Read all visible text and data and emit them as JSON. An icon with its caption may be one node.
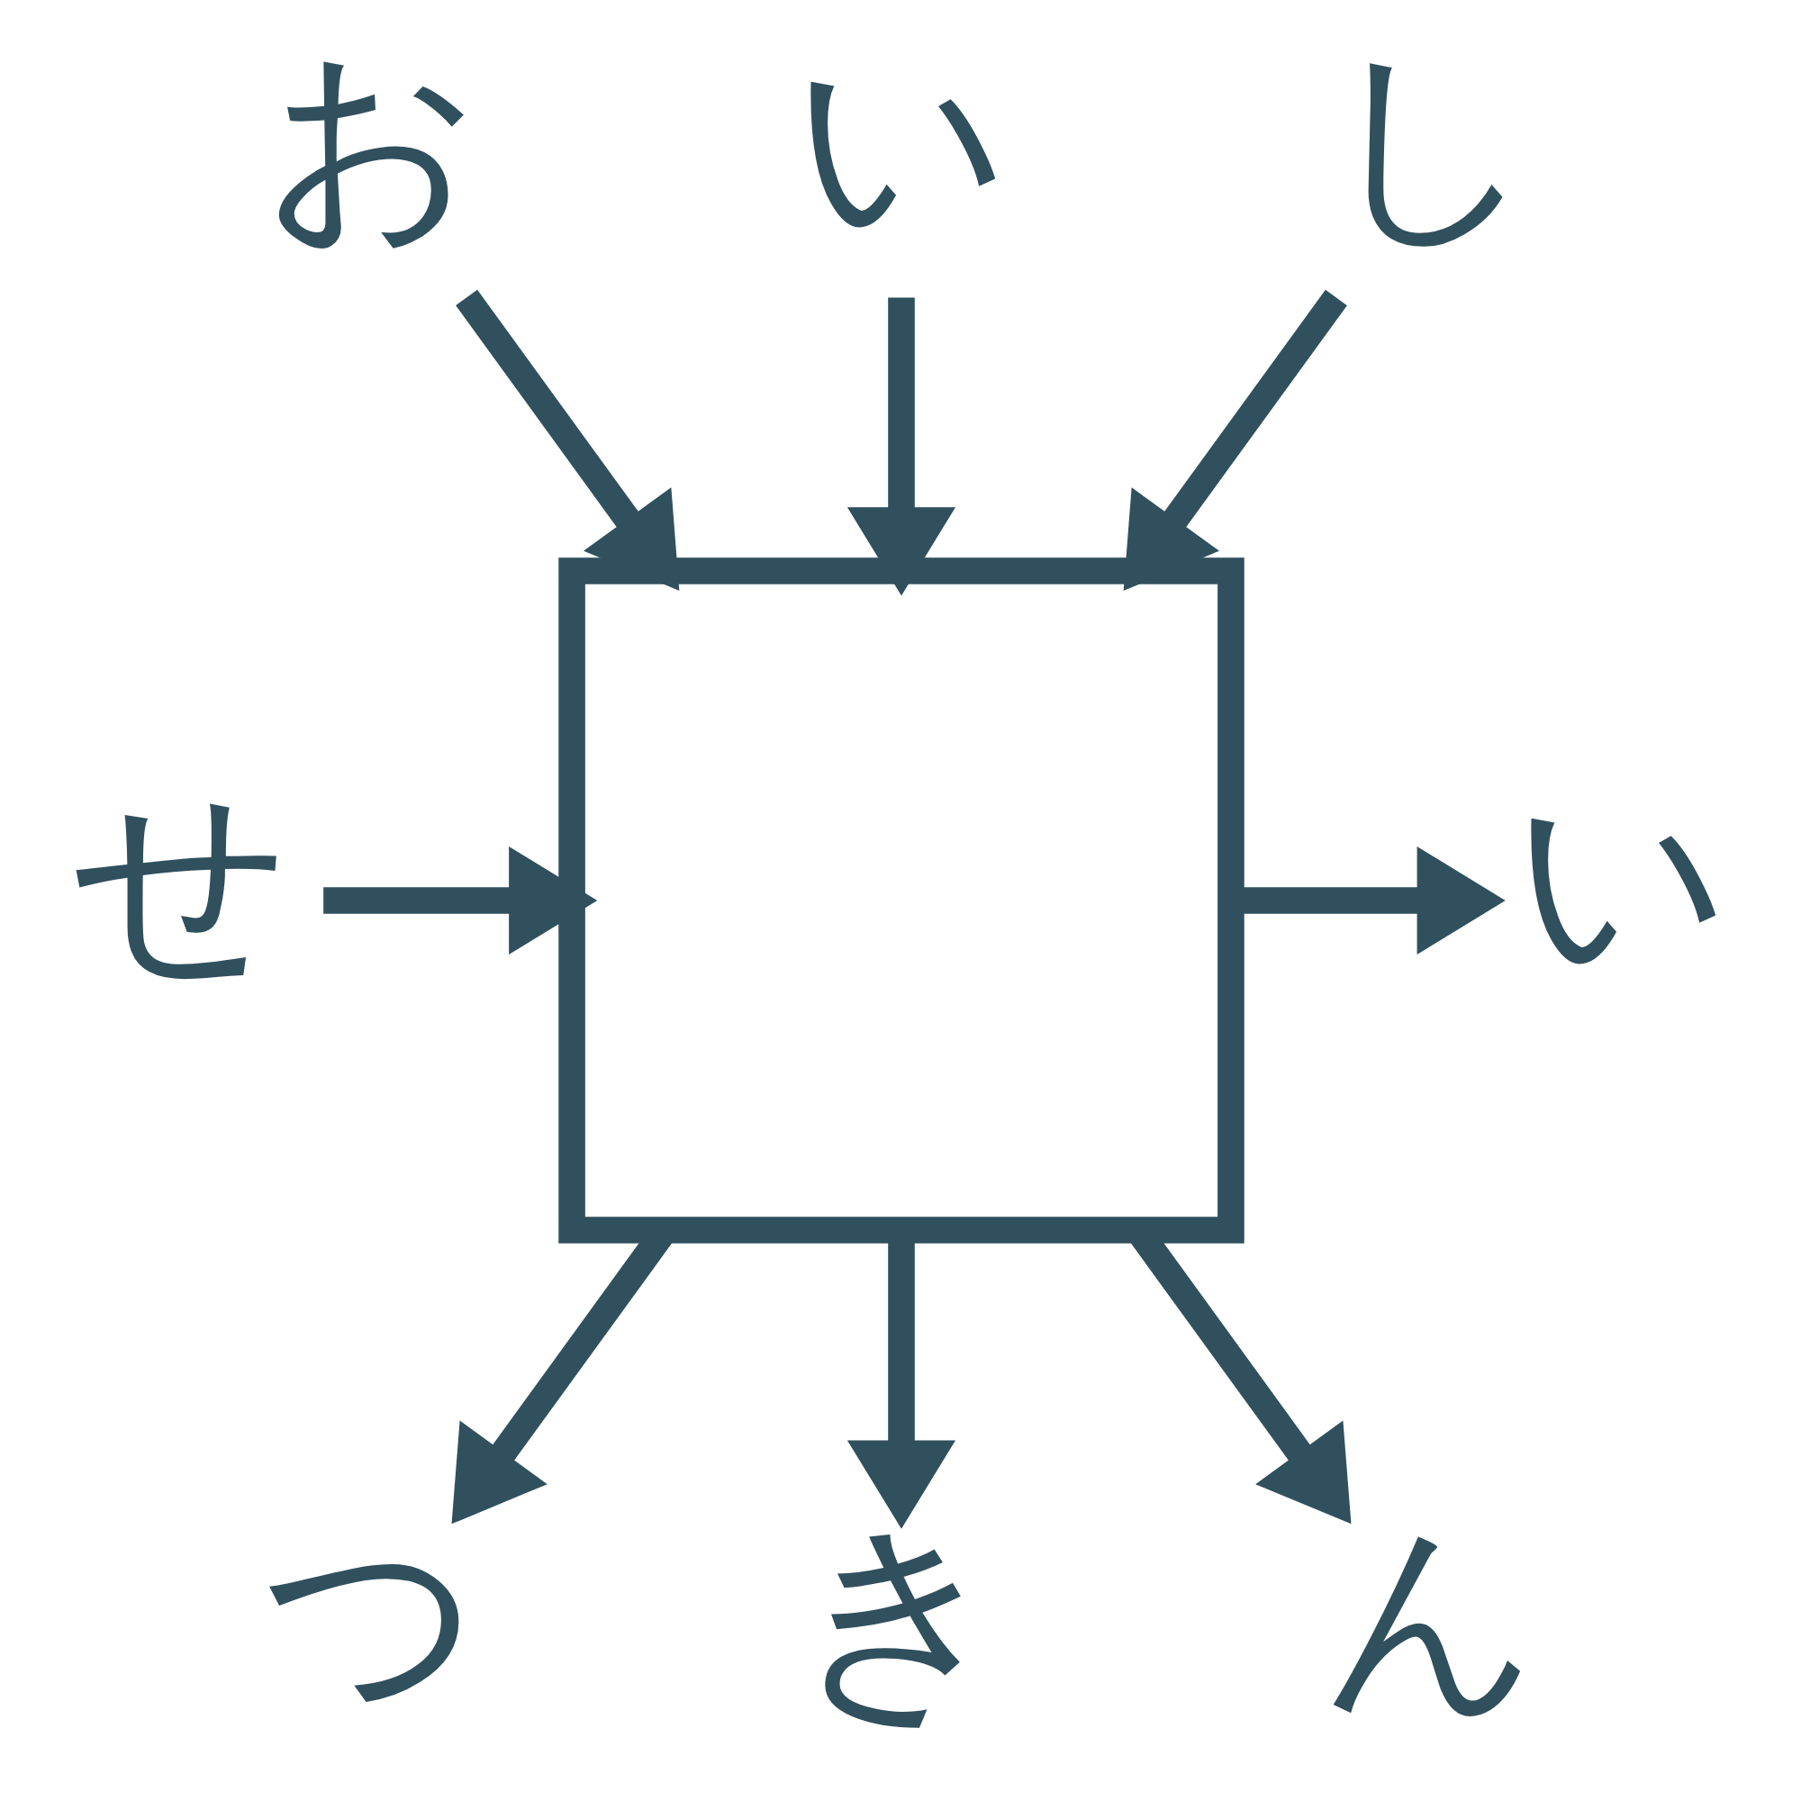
{
  "diagram": {
    "nodes": [
      {
        "text": [
          "お"
        ]
      },
      {
        "text": [
          "い"
        ]
      },
      {
        "text": [
          "し"
        ]
      },
      {
        "text": [
          "せ"
        ]
      },
      {
        "text": [],
        "shape": "box"
      },
      {
        "text": [
          "い"
        ]
      },
      {
        "text": [
          "つ"
        ]
      },
      {
        "text": [
          "き"
        ]
      },
      {
        "text": [
          "ん"
        ]
      }
    ],
    "edges": [
      {
        "from": 0,
        "to": 4,
        "arrow": "to"
      },
      {
        "from": 1,
        "to": 4,
        "arrow": "to"
      },
      {
        "from": 2,
        "to": 4,
        "arrow": "to"
      },
      {
        "from": 3,
        "to": 4,
        "arrow": "to"
      },
      {
        "from": 4,
        "to": 5,
        "arrow": "to"
      },
      {
        "from": 4,
        "to": 6,
        "arrow": "to"
      },
      {
        "from": 4,
        "to": 7,
        "arrow": "to"
      },
      {
        "from": 4,
        "to": 8,
        "arrow": "to"
      }
    ]
  }
}
